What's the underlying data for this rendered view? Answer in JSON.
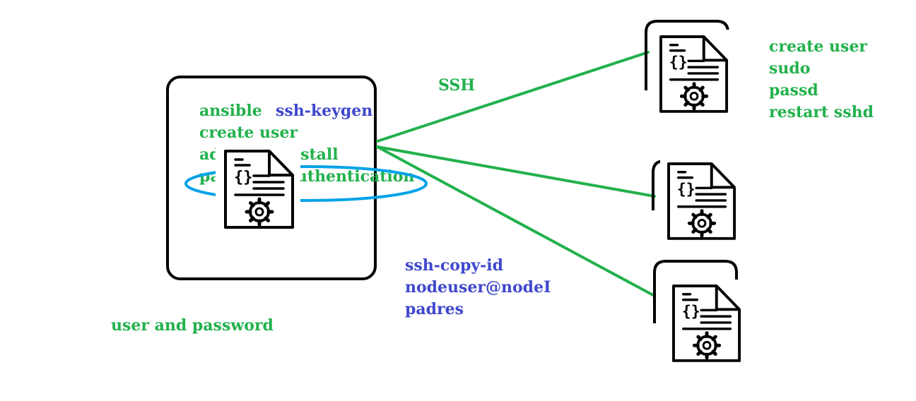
{
  "colors": {
    "green": "#22b14c",
    "blue": "#3f48cc",
    "ellipse": "#00a2e8",
    "ink": "#000000"
  },
  "labels": {
    "ssh": "SSH",
    "user_and_password": "user and password"
  },
  "controller": {
    "line1_green": "ansible",
    "line1_blue": "ssh-keygen",
    "line2": "create user",
    "line3": "add sudo install",
    "line4": "password authentication"
  },
  "node_steps": [
    "create user",
    "sudo",
    "passd",
    "restart sshd"
  ],
  "copy_id": [
    "ssh-copy-id",
    "nodeuser@nodeI",
    "padres"
  ],
  "icons": {
    "controller": "code-file-settings-icon",
    "node1": "code-file-settings-icon",
    "node2": "code-file-settings-icon",
    "node3": "code-file-settings-icon"
  }
}
